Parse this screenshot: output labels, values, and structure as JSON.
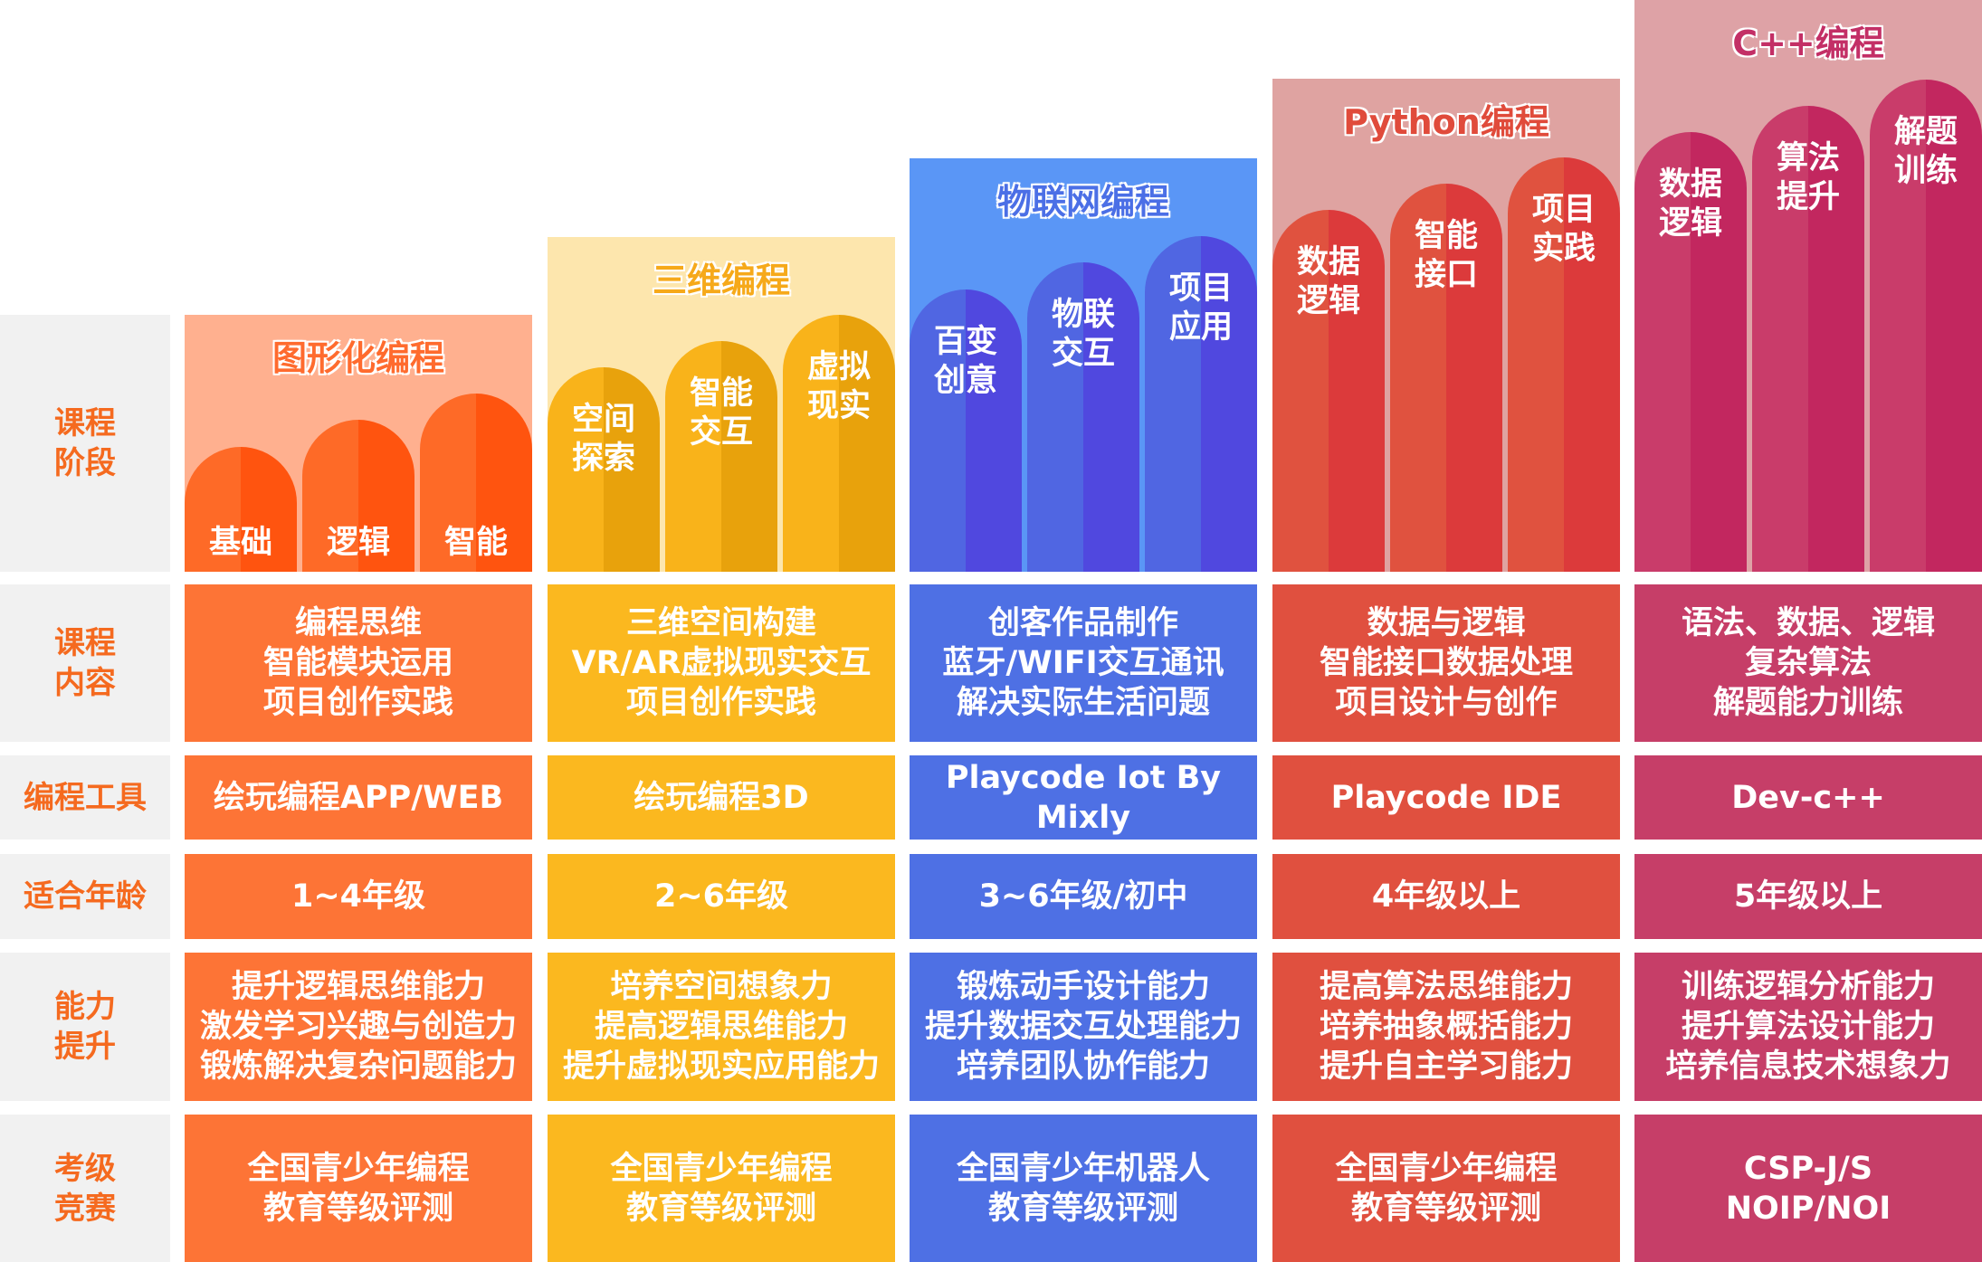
{
  "row_labels": {
    "stage": "课程\n阶段",
    "content": "课程\n内容",
    "tool": "编程工具",
    "age": "适合年龄",
    "ability": "能力\n提升",
    "exam": "考级\n竞赛"
  },
  "tracks": [
    {
      "title": "图形化编程",
      "title_color": "#ff6b2e",
      "stages": [
        "基础",
        "逻辑",
        "智能"
      ],
      "content": "编程思维\n智能模块运用\n项目创作实践",
      "tool": "绘玩编程APP/WEB",
      "age": "1~4年级",
      "ability": "提升逻辑思维能力\n激发学习兴趣与创造力\n锻炼解决复杂问题能力",
      "exam": "全国青少年编程\n教育等级评测",
      "colors": {
        "header": "#ffb08f",
        "cell": "#fd7436",
        "arch_left": "#fe6a27",
        "arch_right": "#ff540f"
      }
    },
    {
      "title": "三维编程",
      "title_color": "#f6a91a",
      "stages": [
        "空间\n探索",
        "智能\n交互",
        "虚拟\n现实"
      ],
      "content": "三维空间构建\nVR/AR虚拟现实交互\n项目创作实践",
      "tool": "绘玩编程3D",
      "age": "2~6年级",
      "ability": "培养空间想象力\n提高逻辑思维能力\n提升虚拟现实应用能力",
      "exam": "全国青少年编程\n教育等级评测",
      "colors": {
        "header": "#fde6ad",
        "cell": "#fbb81f",
        "arch_left": "#f9b31a",
        "arch_right": "#e8a20c"
      }
    },
    {
      "title": "物联网编程",
      "title_color": "#4b6fe6",
      "stages": [
        "百变\n创意",
        "物联\n交互",
        "项目\n应用"
      ],
      "content": "创客作品制作\n蓝牙/WIFI交互通讯\n解决实际生活问题",
      "tool": "Playcode Iot By Mixly",
      "age": "3~6年级/初中",
      "ability": "锻炼动手设计能力\n提升数据交互处理能力\n培养团队协作能力",
      "exam": "全国青少年机器人\n教育等级评测",
      "colors": {
        "header": "#5a96f6",
        "cell": "#4e70e4",
        "arch_left": "#5066e2",
        "arch_right": "#5048df"
      }
    },
    {
      "title": "Python编程",
      "title_color": "#e04b3b",
      "stages": [
        "数据\n逻辑",
        "智能\n接口",
        "项目\n实践"
      ],
      "content": "数据与逻辑\n智能接口数据处理\n项目设计与创作",
      "tool": "Playcode IDE",
      "age": "4年级以上",
      "ability": "提高算法思维能力\n培养抽象概括能力\n提升自主学习能力",
      "exam": "全国青少年编程\n教育等级评测",
      "colors": {
        "header": "#dfa3a1",
        "cell": "#e0503f",
        "arch_left": "#e0523f",
        "arch_right": "#dc3a3b"
      }
    },
    {
      "title": "C++编程",
      "title_color": "#c32f66",
      "stages": [
        "数据\n逻辑",
        "算法\n提升",
        "解题\n训练"
      ],
      "content": "语法、数据、逻辑\n复杂算法\n解题能力训练",
      "tool": "Dev-c++",
      "age": "5年级以上",
      "ability": "训练逻辑分析能力\n提升算法设计能力\n培养信息技术想象力",
      "exam": "CSP-J/S\nNOIP/NOI",
      "colors": {
        "header": "#dea2a6",
        "cell": "#c63e68",
        "arch_left": "#c93c6a",
        "arch_right": "#c2275f"
      }
    }
  ]
}
